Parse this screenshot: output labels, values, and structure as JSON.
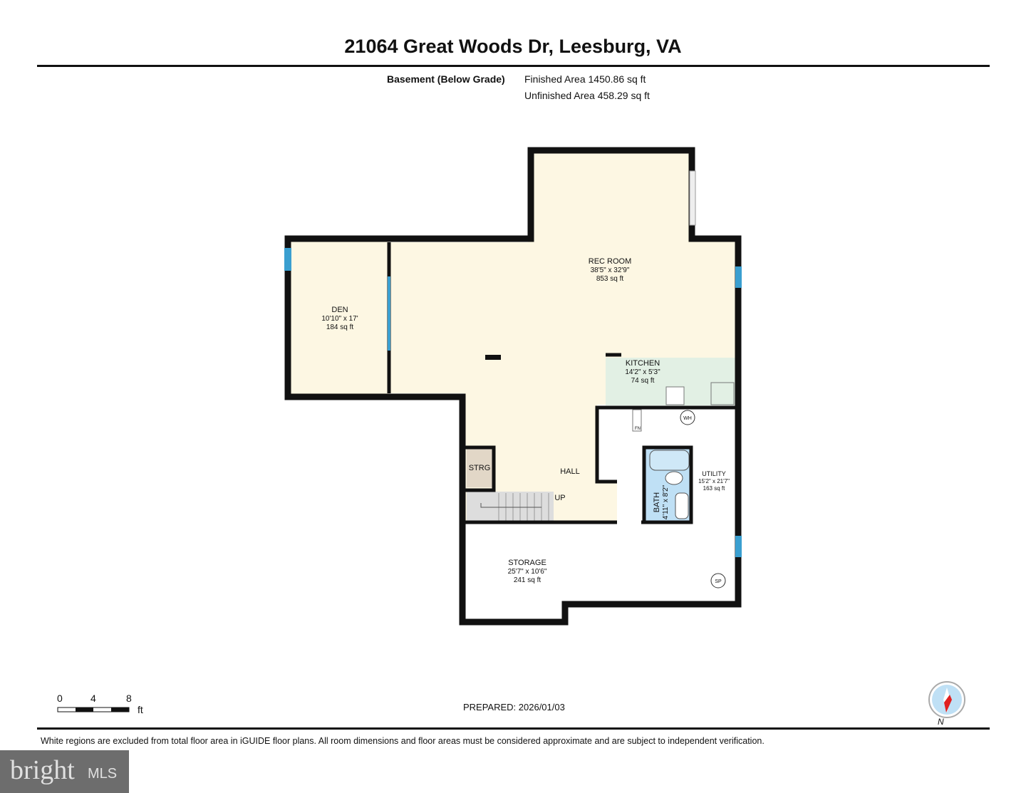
{
  "header": {
    "title": "21064 Great Woods Dr, Leesburg, VA",
    "level": "Basement (Below Grade)",
    "finished_area": "Finished Area 1450.86 sq ft",
    "unfinished_area": "Unfinished Area 458.29 sq ft"
  },
  "rooms": {
    "rec": {
      "name": "REC ROOM",
      "dims": "38'5\" x 32'9\"",
      "area": "853 sq ft"
    },
    "den": {
      "name": "DEN",
      "dims": "10'10\" x 17'",
      "area": "184 sq ft"
    },
    "kitchen": {
      "name": "KITCHEN",
      "dims": "14'2\" x 5'3\"",
      "area": "74 sq ft"
    },
    "utility": {
      "name": "UTILITY",
      "dims": "15'2\" x 21'7\"",
      "area": "163 sq ft"
    },
    "bath": {
      "name": "BATH",
      "dims": "4'11\" x 8'2\""
    },
    "storage": {
      "name": "STORAGE",
      "dims": "25'7\" x 10'6\"",
      "area": "241 sq ft"
    },
    "strg": {
      "name": "STRG"
    },
    "hall": {
      "name": "HALL"
    },
    "up": "UP",
    "wh": "WH",
    "sp": "SP",
    "fn": "FN"
  },
  "scale": {
    "ticks": [
      "0",
      "4",
      "8"
    ],
    "unit": "ft"
  },
  "compass": {
    "label": "N",
    "icon": "compass-icon"
  },
  "footer": {
    "prepared": "PREPARED: 2026/01/03",
    "disclaimer": "White regions are excluded from total floor area in iGUIDE floor plans. All room dimensions and floor areas must be considered approximate and are subject to independent verification.",
    "logo": "bright MLS"
  },
  "colors": {
    "finished": "#fdf7e3",
    "kitchen": "#e2f0e4",
    "bath": "#bfe0f5",
    "storage_closet": "#e2d7c7",
    "window": "#3a9fd0",
    "wall": "#111111"
  }
}
